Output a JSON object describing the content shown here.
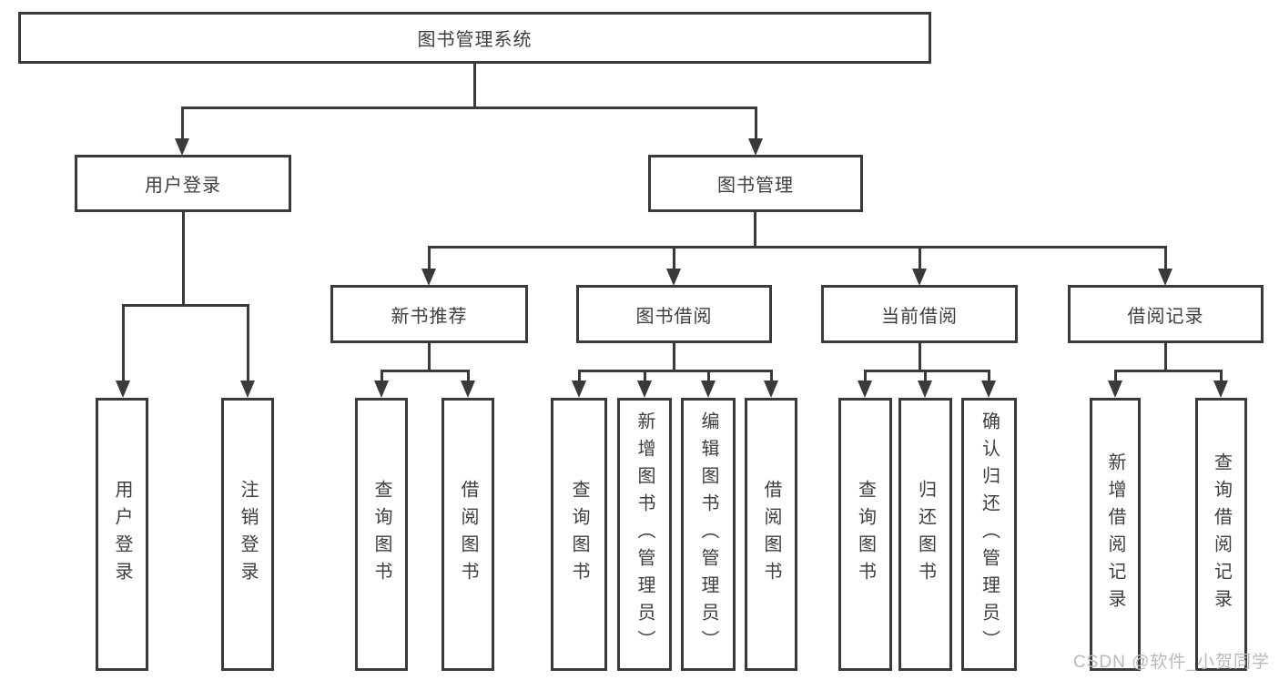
{
  "diagram_title": "图书管理系统",
  "nodes": {
    "root": {
      "label": "图书管理系统"
    },
    "user_login": {
      "label": "用户登录"
    },
    "book_mgmt": {
      "label": "图书管理"
    },
    "new_book_rec": {
      "label": "新书推荐"
    },
    "book_borrow": {
      "label": "图书借阅"
    },
    "current_borrow": {
      "label": "当前借阅"
    },
    "borrow_record": {
      "label": "借阅记录"
    },
    "leaf_user_login": {
      "label": "用户登录"
    },
    "leaf_logout": {
      "label": "注销登录"
    },
    "leaf_nb_query": {
      "label": "查询图书"
    },
    "leaf_nb_borrow": {
      "label": "借阅图书"
    },
    "leaf_bb_query": {
      "label": "查询图书"
    },
    "leaf_bb_add": {
      "label": "新增图书（管理员）"
    },
    "leaf_bb_edit": {
      "label": "编辑图书（管理员）"
    },
    "leaf_bb_borrow": {
      "label": "借阅图书"
    },
    "leaf_cb_query": {
      "label": "查询图书"
    },
    "leaf_cb_return": {
      "label": "归还图书"
    },
    "leaf_cb_confirm": {
      "label": "确认归还（管理员）"
    },
    "leaf_br_add": {
      "label": "新增借阅记录"
    },
    "leaf_br_query": {
      "label": "查询借阅记录"
    }
  },
  "edges": [
    {
      "from": "图书管理系统",
      "to": "用户登录"
    },
    {
      "from": "图书管理系统",
      "to": "图书管理"
    },
    {
      "from": "用户登录",
      "to": "用户登录"
    },
    {
      "from": "用户登录",
      "to": "注销登录"
    },
    {
      "from": "图书管理",
      "to": "新书推荐"
    },
    {
      "from": "图书管理",
      "to": "图书借阅"
    },
    {
      "from": "图书管理",
      "to": "当前借阅"
    },
    {
      "from": "图书管理",
      "to": "借阅记录"
    },
    {
      "from": "新书推荐",
      "to": "查询图书"
    },
    {
      "from": "新书推荐",
      "to": "借阅图书"
    },
    {
      "from": "图书借阅",
      "to": "查询图书"
    },
    {
      "from": "图书借阅",
      "to": "新增图书（管理员）"
    },
    {
      "from": "图书借阅",
      "to": "编辑图书（管理员）"
    },
    {
      "from": "图书借阅",
      "to": "借阅图书"
    },
    {
      "from": "当前借阅",
      "to": "查询图书"
    },
    {
      "from": "当前借阅",
      "to": "归还图书"
    },
    {
      "from": "当前借阅",
      "to": "确认归还（管理员）"
    },
    {
      "from": "借阅记录",
      "to": "新增借阅记录"
    },
    {
      "from": "借阅记录",
      "to": "查询借阅记录"
    }
  ],
  "watermark": {
    "text": "CSDN @软件_小贺同学"
  },
  "colors": {
    "line": "#3a3a3a",
    "text": "#3e3e3e",
    "watermark": "#b9b9b9",
    "background": "#ffffff"
  }
}
